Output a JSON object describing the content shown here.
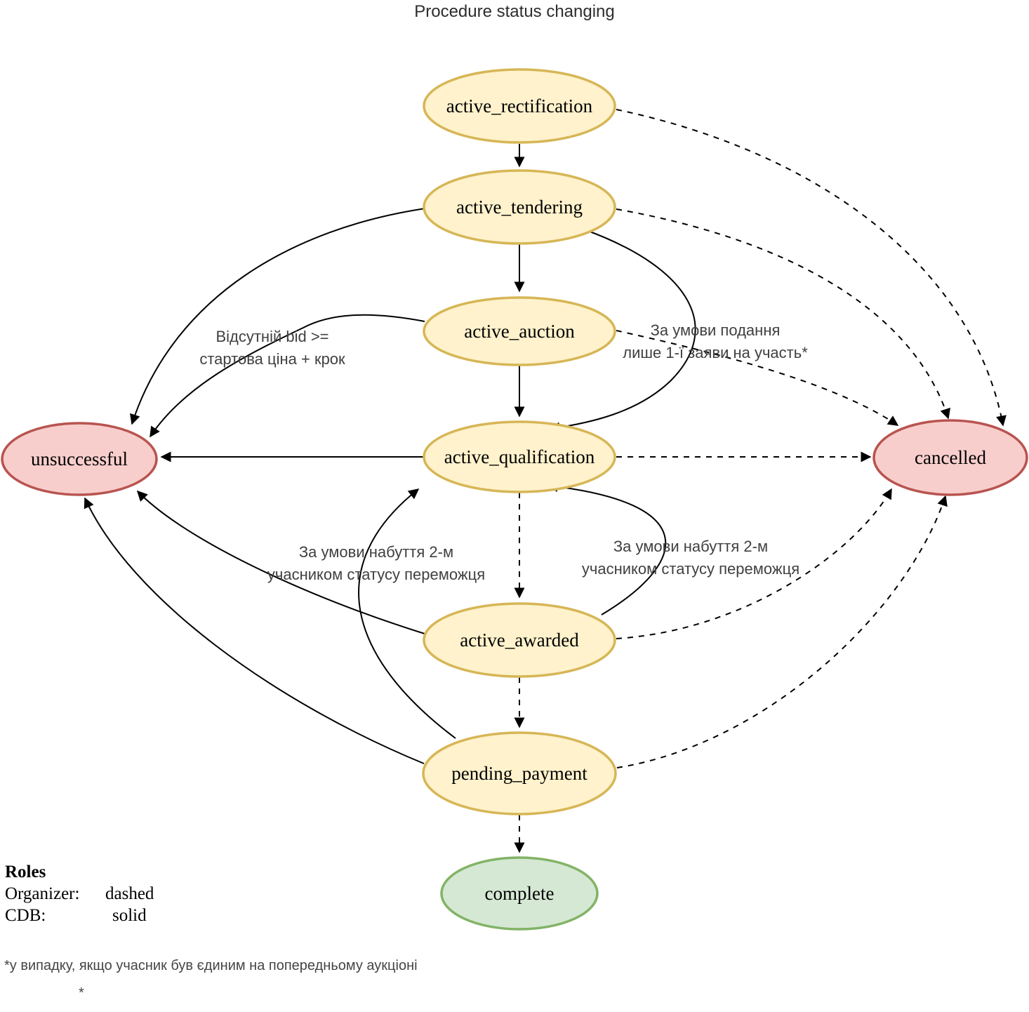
{
  "title": "Procedure status changing",
  "colors": {
    "active_fill": "#FFF2CC",
    "active_stroke": "#D6B656",
    "terminal_fill": "#F8CECC",
    "terminal_stroke": "#B85450",
    "complete_fill": "#D5E8D4",
    "complete_stroke": "#82B366",
    "edge": "#000000"
  },
  "nodes": {
    "rectification": {
      "label": "active_rectification"
    },
    "tendering": {
      "label": "active_tendering"
    },
    "auction": {
      "label": "active_auction"
    },
    "qualification": {
      "label": "active_qualification"
    },
    "awarded": {
      "label": "active_awarded"
    },
    "pending_payment": {
      "label": "pending_payment"
    },
    "complete": {
      "label": "complete"
    },
    "unsuccessful": {
      "label": "unsuccessful"
    },
    "cancelled": {
      "label": "cancelled"
    }
  },
  "edge_labels": {
    "no_bid": {
      "line1": "Відсутній bid >=",
      "line2": "стартова ціна + крок"
    },
    "single_application": {
      "line1": "За умови подання",
      "line2": "лише 1-ї заяви на участь*"
    },
    "second_winner_left": {
      "line1": "За умови набуття 2-м",
      "line2": "учасником статусу переможця"
    },
    "second_winner_right": {
      "line1": "За умови набуття 2-м",
      "line2": "учасником статусу переможця"
    }
  },
  "edges": [
    {
      "from": "active_rectification",
      "to": "active_tendering",
      "style": "solid"
    },
    {
      "from": "active_tendering",
      "to": "active_auction",
      "style": "solid"
    },
    {
      "from": "active_auction",
      "to": "active_qualification",
      "style": "solid"
    },
    {
      "from": "active_tendering",
      "to": "active_qualification",
      "style": "solid",
      "label": "За умови подання лише 1-ї заяви на участь*"
    },
    {
      "from": "active_tendering",
      "to": "unsuccessful",
      "style": "solid"
    },
    {
      "from": "active_auction",
      "to": "unsuccessful",
      "style": "solid",
      "label": "Відсутній bid >= стартова ціна + крок"
    },
    {
      "from": "active_qualification",
      "to": "unsuccessful",
      "style": "solid"
    },
    {
      "from": "active_awarded",
      "to": "unsuccessful",
      "style": "solid"
    },
    {
      "from": "pending_payment",
      "to": "unsuccessful",
      "style": "solid"
    },
    {
      "from": "active_awarded",
      "to": "active_qualification",
      "style": "solid",
      "label": "За умови набуття 2-м учасником статусу переможця"
    },
    {
      "from": "pending_payment",
      "to": "active_qualification",
      "style": "solid",
      "label": "За умови набуття 2-м учасником статусу переможця"
    },
    {
      "from": "active_qualification",
      "to": "active_awarded",
      "style": "dashed"
    },
    {
      "from": "active_awarded",
      "to": "pending_payment",
      "style": "dashed"
    },
    {
      "from": "pending_payment",
      "to": "complete",
      "style": "dashed"
    },
    {
      "from": "active_rectification",
      "to": "cancelled",
      "style": "dashed"
    },
    {
      "from": "active_tendering",
      "to": "cancelled",
      "style": "dashed"
    },
    {
      "from": "active_auction",
      "to": "cancelled",
      "style": "dashed"
    },
    {
      "from": "active_qualification",
      "to": "cancelled",
      "style": "dashed"
    },
    {
      "from": "active_awarded",
      "to": "cancelled",
      "style": "dashed"
    },
    {
      "from": "pending_payment",
      "to": "cancelled",
      "style": "dashed"
    }
  ],
  "legend": {
    "heading": "Roles",
    "rows": [
      {
        "role": "Organizer:",
        "line_style": "dashed"
      },
      {
        "role": "CDB:",
        "line_style": "solid"
      }
    ]
  },
  "footnote": {
    "text": "*у випадку, якщо учасник був єдиним на попередньому аукціоні",
    "mark": "*"
  }
}
